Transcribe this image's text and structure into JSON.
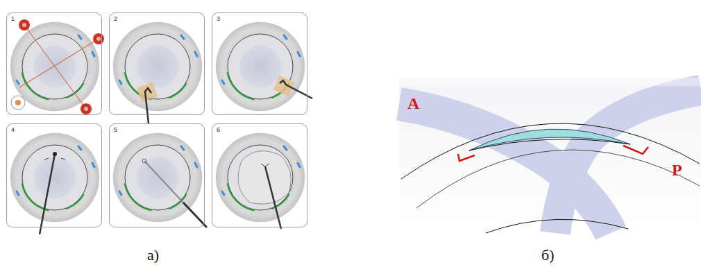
{
  "diagram": {
    "nodes": [
      {
        "text": [
          "1"
        ]
      },
      {
        "text": [
          "2"
        ]
      },
      {
        "text": [
          "3"
        ]
      },
      {
        "text": [
          "4"
        ]
      },
      {
        "text": [
          "5"
        ]
      },
      {
        "text": [
          "6"
        ]
      }
    ],
    "labels": [
      "A",
      "P",
      "а)",
      "б)"
    ]
  }
}
